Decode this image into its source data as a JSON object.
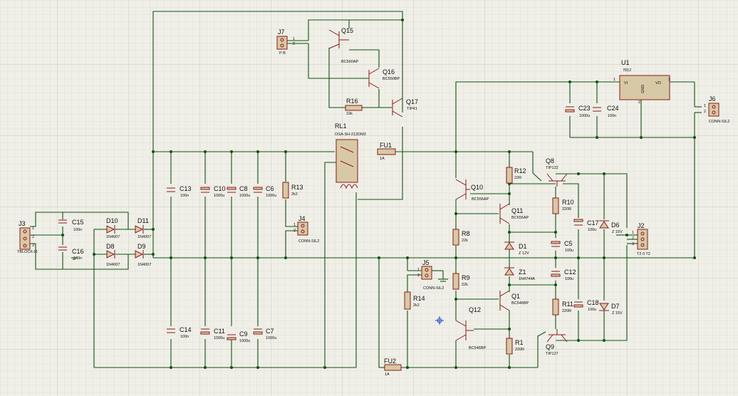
{
  "components": {
    "J3": {
      "ref": "J3",
      "value": "TBLOCK-I3"
    },
    "J7": {
      "ref": "J7",
      "value": "P B"
    },
    "J4": {
      "ref": "J4",
      "value": "CONN-SIL2"
    },
    "J5": {
      "ref": "J5",
      "value": "CONN-SIL2"
    },
    "J6": {
      "ref": "J6",
      "value": "CONN-SIL2"
    },
    "J2": {
      "ref": "J2",
      "value": "T2 0 T2"
    },
    "U1": {
      "ref": "U1",
      "value": "7812",
      "pin_vi": "VI",
      "pin_vo": "VO",
      "pin_gnd": "GND"
    },
    "RL1": {
      "ref": "RL1",
      "value": "OSA-SH-212DM3"
    },
    "FU1": {
      "ref": "FU1",
      "value": "1A"
    },
    "FU2": {
      "ref": "FU2",
      "value": "1A"
    },
    "Q15": {
      "ref": "Q15",
      "value": "BC560AP"
    },
    "Q16": {
      "ref": "Q16",
      "value": "BC550BP"
    },
    "Q17": {
      "ref": "Q17",
      "value": "TIP41"
    },
    "Q10": {
      "ref": "Q10",
      "value": "BC556AP"
    },
    "Q11": {
      "ref": "Q11",
      "value": "BC556AP"
    },
    "Q1": {
      "ref": "Q1",
      "value": "BC546BP"
    },
    "Q12": {
      "ref": "Q12",
      "value": "BC546BP"
    },
    "Q8": {
      "ref": "Q8",
      "value": "TIP122"
    },
    "Q9": {
      "ref": "Q9",
      "value": "TIP127"
    },
    "R16": {
      "ref": "R16",
      "value": "10k"
    },
    "R13": {
      "ref": "R13",
      "value": "2k2"
    },
    "R12": {
      "ref": "R12",
      "value": "22R"
    },
    "R10": {
      "ref": "R10",
      "value": "220R"
    },
    "R8": {
      "ref": "R8",
      "value": "22k"
    },
    "R9": {
      "ref": "R9",
      "value": "22k"
    },
    "R14": {
      "ref": "R14",
      "value": "2k2"
    },
    "R11": {
      "ref": "R11",
      "value": "220R"
    },
    "R1": {
      "ref": "R1",
      "value": "220R"
    },
    "C15": {
      "ref": "C15",
      "value": "100n"
    },
    "C16": {
      "ref": "C16",
      "value": "100n"
    },
    "C13": {
      "ref": "C13",
      "value": "100n"
    },
    "C14": {
      "ref": "C14",
      "value": "100n"
    },
    "C10": {
      "ref": "C10",
      "value": "1000u"
    },
    "C11": {
      "ref": "C11",
      "value": "1000u"
    },
    "C8": {
      "ref": "C8",
      "value": "1000u"
    },
    "C9": {
      "ref": "C9",
      "value": "1000u"
    },
    "C6": {
      "ref": "C6",
      "value": "1000u"
    },
    "C7": {
      "ref": "C7",
      "value": "1000u"
    },
    "C23": {
      "ref": "C23",
      "value": "1000u"
    },
    "C24": {
      "ref": "C24",
      "value": "100n"
    },
    "C17": {
      "ref": "C17",
      "value": "100u"
    },
    "C18": {
      "ref": "C18",
      "value": "100u"
    },
    "C5": {
      "ref": "C5",
      "value": "100u"
    },
    "C12": {
      "ref": "C12",
      "value": "100u"
    },
    "D10": {
      "ref": "D10",
      "value": "1N4007"
    },
    "D11": {
      "ref": "D11",
      "value": "1N4007"
    },
    "D8": {
      "ref": "D8",
      "value": "1N4007"
    },
    "D9": {
      "ref": "D9",
      "value": "1N4007"
    },
    "D1": {
      "ref": "D1",
      "value": "Z 12V"
    },
    "Z1": {
      "ref": "Z1",
      "value": "1N4744A"
    },
    "D6": {
      "ref": "D6",
      "value": "Z 15V"
    },
    "D7": {
      "ref": "D7",
      "value": "Z 15V"
    }
  },
  "pins": {
    "one": "1",
    "two": "2",
    "three": "3"
  }
}
